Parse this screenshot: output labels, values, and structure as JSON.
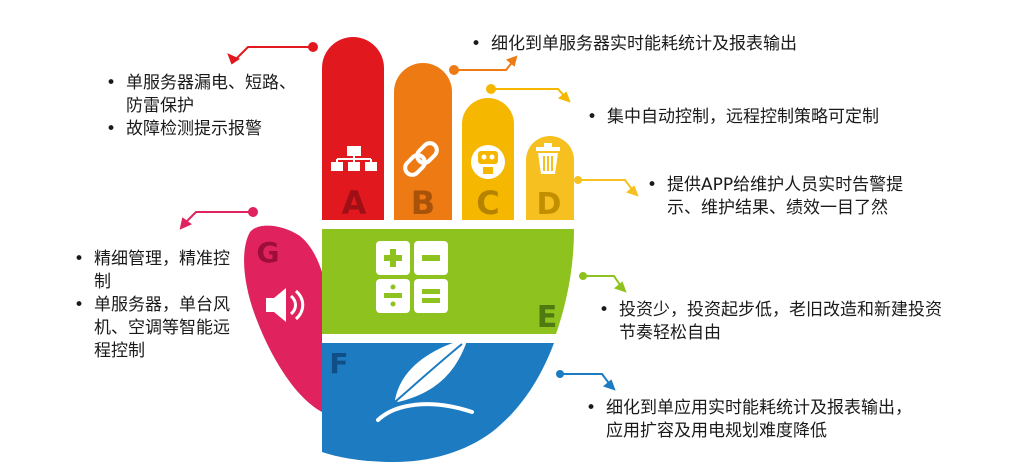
{
  "hand": {
    "fingers": [
      {
        "letter": "A",
        "color": "#e2181f",
        "icon": "network-icon"
      },
      {
        "letter": "B",
        "color": "#ee7a14",
        "icon": "chain-link-icon"
      },
      {
        "letter": "C",
        "color": "#f5b700",
        "icon": "robot-icon"
      },
      {
        "letter": "D",
        "color": "#f6c020",
        "icon": "trash-can-icon"
      }
    ],
    "palm": {
      "letter": "E",
      "color": "#8dc21f",
      "icon": "calculator-icon"
    },
    "wrist": {
      "letter": "F",
      "color": "#1d7bc1",
      "icon": "feather-icon"
    },
    "thumb": {
      "letter": "G",
      "color": "#e0225e",
      "icon": "speaker-icon"
    }
  },
  "notes": {
    "a": [
      "单服务器漏电、短路、防雷保护",
      "故障检测提示报警"
    ],
    "b": [
      "细化到单服务器实时能耗统计及报表输出"
    ],
    "c": [
      "集中自动控制，远程控制策略可定制"
    ],
    "d": [
      "提供APP给维护人员实时告警提示、维护结果、绩效一目了然"
    ],
    "e": [
      "投资少，投资起步低，老旧改造和新建投资节奏轻松自由"
    ],
    "f": [
      "细化到单应用实时能耗统计及报表输出，应用扩容及用电规划难度降低"
    ],
    "g": [
      "精细管理，精准控制",
      "单服务器，单台风机、空调等智能远程控制"
    ]
  }
}
